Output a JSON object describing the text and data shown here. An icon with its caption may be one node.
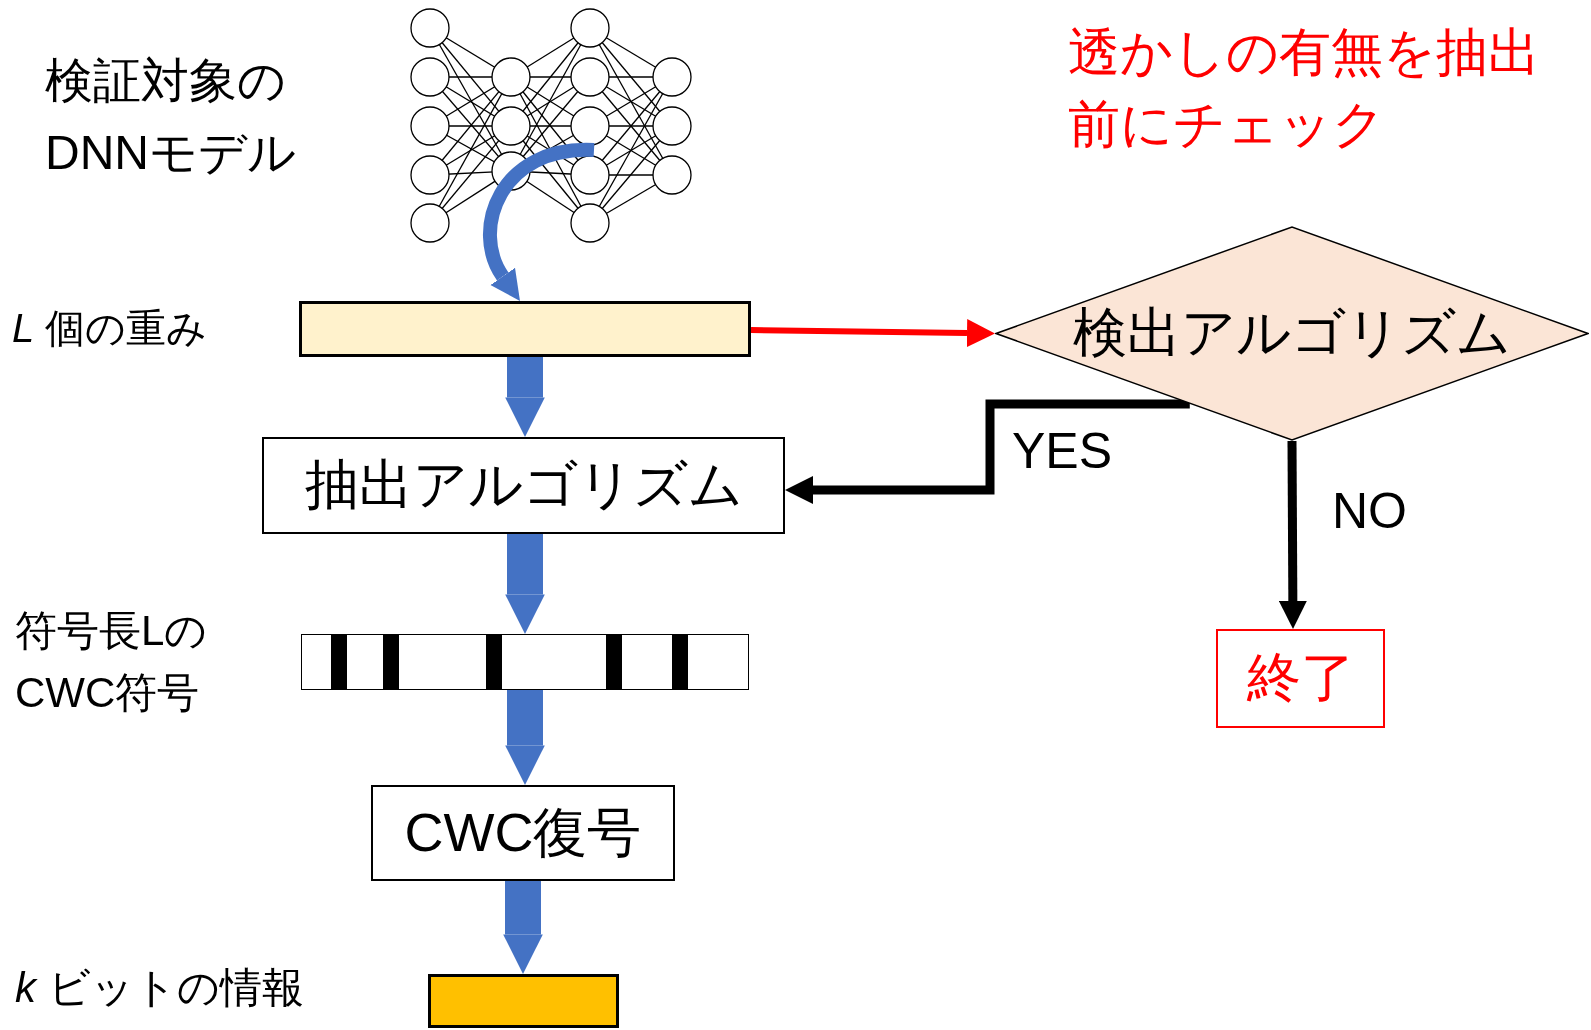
{
  "diagram": {
    "nodes": [
      {
        "text": [],
        "shape": "picture",
        "beside": [
          "検証対象のDNNモデル"
        ]
      },
      {
        "text": [],
        "shape": "bar",
        "beside": [
          "*L* 個の重み"
        ]
      },
      {
        "text": [
          "抽出アルゴリズム"
        ]
      },
      {
        "text": [],
        "shape": "bar",
        "beside": [
          "符号長LのCWC符号"
        ]
      },
      {
        "text": [
          "CWC復号"
        ]
      },
      {
        "text": [],
        "shape": "bar",
        "beside": [
          "*k* ビットの情報"
        ]
      },
      {
        "text": [
          "検出アルゴリズム"
        ]
      },
      {
        "text": [
          "終了"
        ]
      }
    ],
    "edges": [
      {
        "from": 0,
        "to": 1,
        "arrow": "to"
      },
      {
        "from": 1,
        "to": 2,
        "arrow": "to",
        "style": "thick"
      },
      {
        "from": 2,
        "to": 3,
        "arrow": "to",
        "style": "thick"
      },
      {
        "from": 3,
        "to": 4,
        "arrow": "to",
        "style": "thick"
      },
      {
        "from": 4,
        "to": 5,
        "arrow": "to",
        "style": "thick"
      },
      {
        "from": 1,
        "to": 6,
        "arrow": "to",
        "color": "#ff0000"
      },
      {
        "from": 6,
        "to": 2,
        "arrow": "to",
        "label": "YES",
        "color": "#000000"
      },
      {
        "from": 6,
        "to": 7,
        "arrow": "to",
        "label": "NO",
        "color": "#000000"
      }
    ],
    "labels": [
      "透かしの有無を抽出前にチェック"
    ]
  }
}
